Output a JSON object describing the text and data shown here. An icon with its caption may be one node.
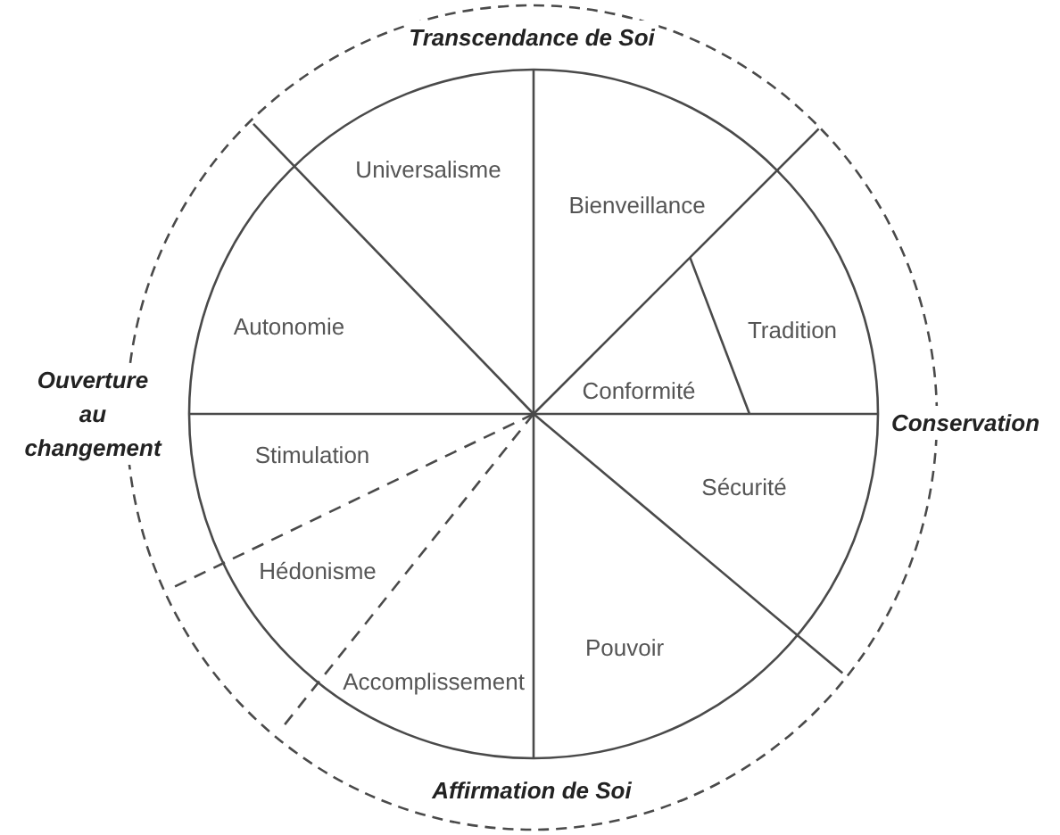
{
  "diagram": {
    "nodes": [
      {
        "text": [
          "Universalisme"
        ]
      },
      {
        "text": [
          "Bienveillance"
        ]
      },
      {
        "text": [
          "Autonomie"
        ]
      },
      {
        "text": [
          "Tradition"
        ]
      },
      {
        "text": [
          "Conformité"
        ]
      },
      {
        "text": [
          "Stimulation"
        ]
      },
      {
        "text": [
          "Sécurité"
        ]
      },
      {
        "text": [
          "Hédonisme"
        ]
      },
      {
        "text": [
          "Pouvoir"
        ]
      },
      {
        "text": [
          "Accomplissement"
        ]
      }
    ],
    "labels": [
      "Transcendance de Soi",
      "Ouverture au changement",
      "Conservation",
      "Affirmation de Soi"
    ]
  }
}
